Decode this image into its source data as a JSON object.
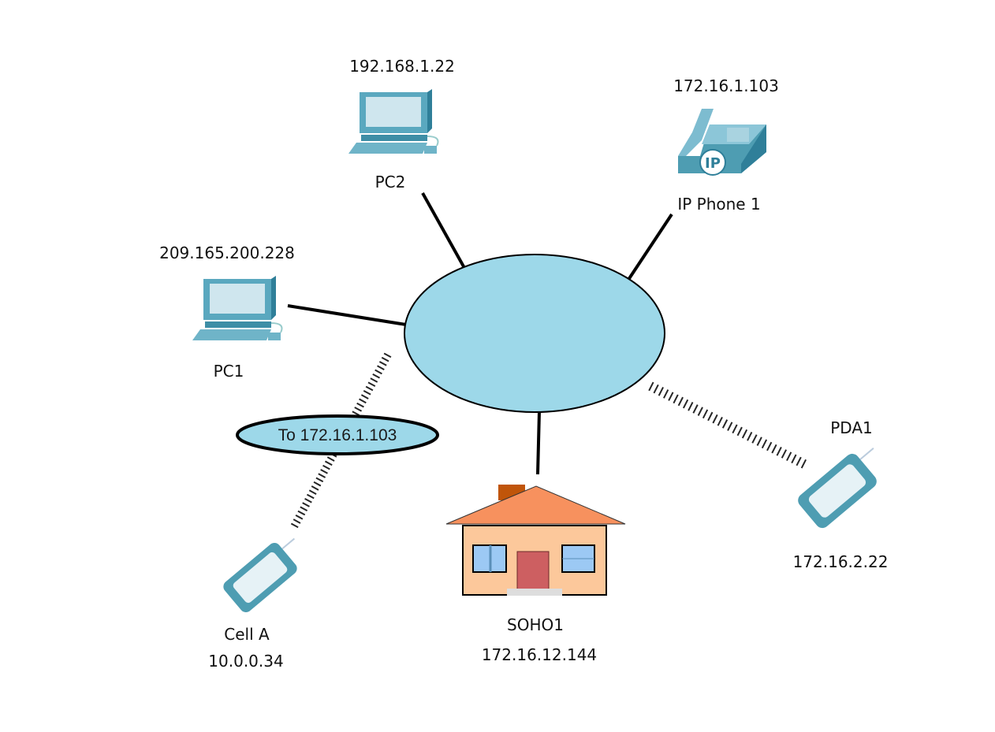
{
  "diagram": {
    "type": "network-topology",
    "cloud": {
      "label": "",
      "fill": "#9dd8e9"
    },
    "nodes": {
      "pc2": {
        "name": "PC2",
        "ip": "192.168.1.22",
        "kind": "desktop-pc",
        "link": "wired"
      },
      "ipphone": {
        "name": "IP Phone 1",
        "ip": "172.16.1.103",
        "kind": "ip-phone",
        "link": "wired",
        "badge": "IP"
      },
      "pc1": {
        "name": "PC1",
        "ip": "209.165.200.228",
        "kind": "desktop-pc",
        "link": "wired"
      },
      "cella": {
        "name": "Cell A",
        "ip": "10.0.0.34",
        "kind": "cell-phone",
        "link": "wireless"
      },
      "soho": {
        "name": "SOHO1",
        "ip": "172.16.12.144",
        "kind": "house",
        "link": "wired"
      },
      "pda": {
        "name": "PDA1",
        "ip": "172.16.2.22",
        "kind": "pda",
        "link": "wireless"
      }
    },
    "callout": {
      "text": "To 172.16.1.103",
      "fill": "#9dd8e9"
    },
    "colors": {
      "device_blue": "#4e9db2",
      "device_light": "#cfe6ee",
      "roof": "#f7915e",
      "wall": "#fcc89b",
      "door": "#cd5f61",
      "window": "#9cc9f4",
      "chimney": "#c0550a"
    }
  }
}
